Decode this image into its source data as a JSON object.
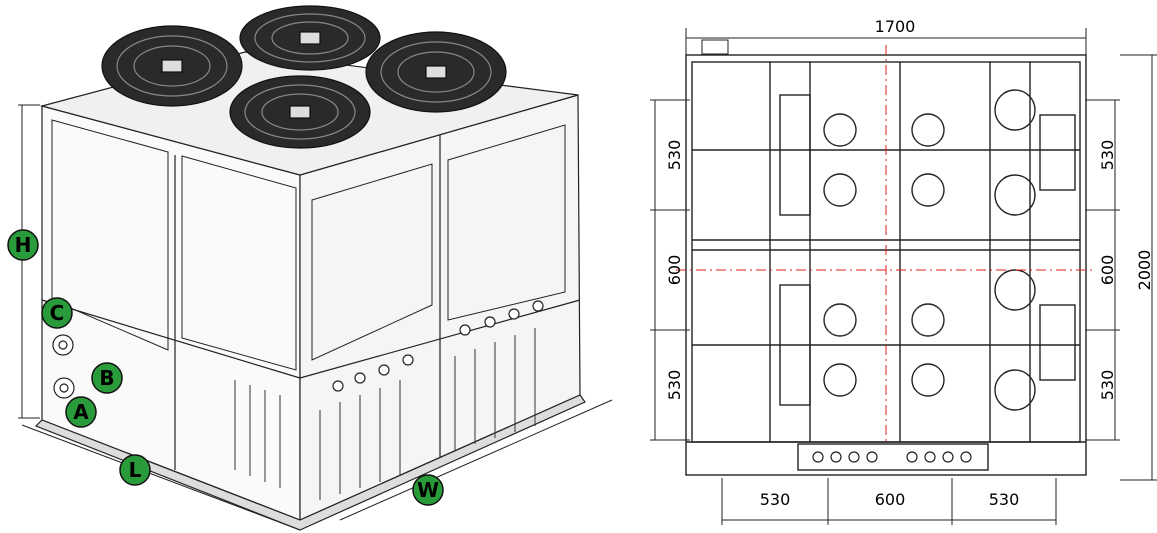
{
  "isometric_view": {
    "badges": {
      "H": "H",
      "C": "C",
      "B": "B",
      "A": "A",
      "L": "L",
      "W": "W"
    },
    "badge_color": "#2a9b3a"
  },
  "plan_view": {
    "top_width": "1700",
    "overall_height": "2000",
    "left_upper": "530",
    "left_middle": "600",
    "left_lower": "530",
    "right_upper": "530",
    "right_middle": "600",
    "right_lower": "530",
    "bottom_left": "530",
    "bottom_middle": "600",
    "bottom_right": "530",
    "centerline_color": "#e01b1b"
  }
}
